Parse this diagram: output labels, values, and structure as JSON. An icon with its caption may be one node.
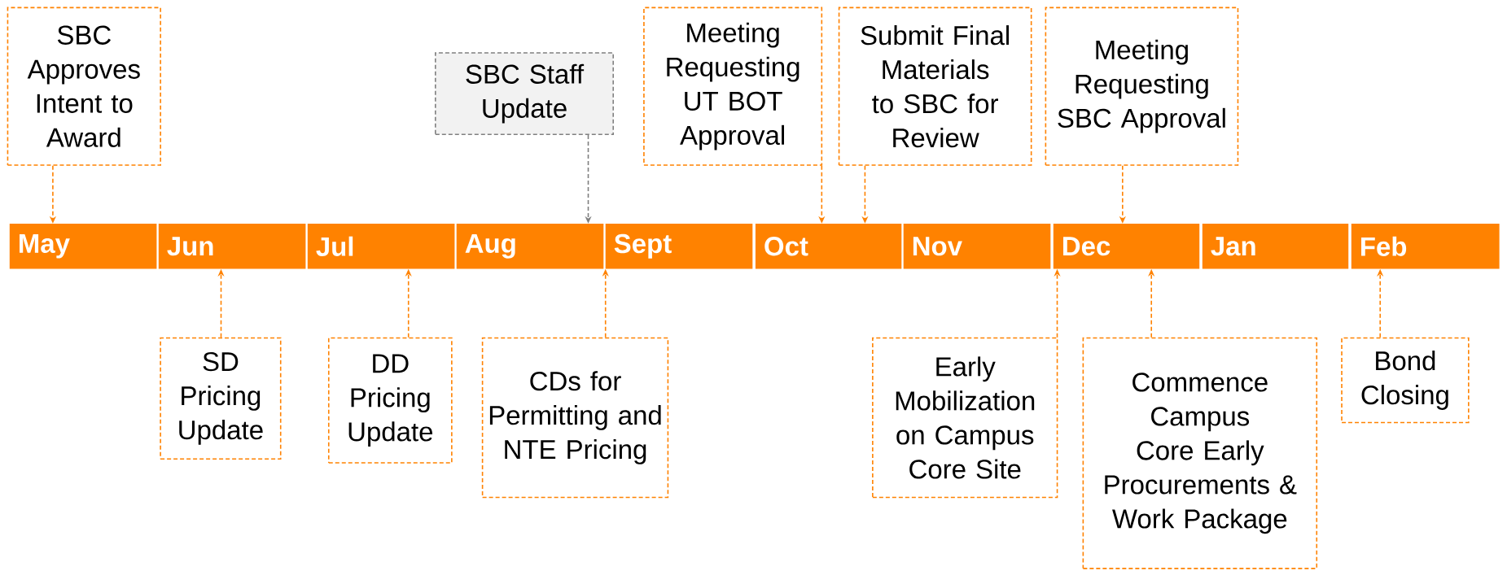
{
  "diagram": {
    "nodes": [
      {
        "text": [
          "SBC Approves Intent to Award"
        ]
      },
      {
        "text": [
          "SBC Staff Update"
        ]
      },
      {
        "text": [
          "Meeting Requesting UT BOT Approval"
        ]
      },
      {
        "text": [
          "Submit Final Materials to SBC for Review"
        ]
      },
      {
        "text": [
          "Meeting Requesting SBC Approval"
        ]
      },
      {
        "text": [
          "May"
        ]
      },
      {
        "text": [
          "Jun"
        ]
      },
      {
        "text": [
          "Jul"
        ]
      },
      {
        "text": [
          "Aug"
        ]
      },
      {
        "text": [
          "Sept"
        ]
      },
      {
        "text": [
          "Oct"
        ]
      },
      {
        "text": [
          "Nov"
        ]
      },
      {
        "text": [
          "Dec"
        ]
      },
      {
        "text": [
          "Jan"
        ]
      },
      {
        "text": [
          "Feb"
        ]
      },
      {
        "text": [
          "SD Pricing Update"
        ]
      },
      {
        "text": [
          "DD Pricing Update"
        ]
      },
      {
        "text": [
          "CDs for Permitting and NTE Pricing"
        ]
      },
      {
        "text": [
          "Early Mobilization on Campus Core Site"
        ]
      },
      {
        "text": [
          "Commence Campus Core Early Procurements & Work Package"
        ]
      },
      {
        "text": [
          "Bond Closing"
        ]
      }
    ],
    "edges": [
      {
        "from": 0,
        "to": 5,
        "arrow": "to"
      },
      {
        "from": 1,
        "to": 8,
        "arrow": "to",
        "color": "#7f7f7f"
      },
      {
        "from": 2,
        "to": 10,
        "arrow": "to"
      },
      {
        "from": 3,
        "to": 10,
        "arrow": "to"
      },
      {
        "from": 4,
        "to": 12,
        "arrow": "to"
      },
      {
        "from": 15,
        "to": 6,
        "arrow": "to"
      },
      {
        "from": 16,
        "to": 7,
        "arrow": "to"
      },
      {
        "from": 17,
        "to": 9,
        "arrow": "to"
      },
      {
        "from": 18,
        "to": 12,
        "arrow": "to"
      },
      {
        "from": 19,
        "to": 12,
        "arrow": "to"
      },
      {
        "from": 20,
        "to": 14,
        "arrow": "to"
      }
    ]
  }
}
